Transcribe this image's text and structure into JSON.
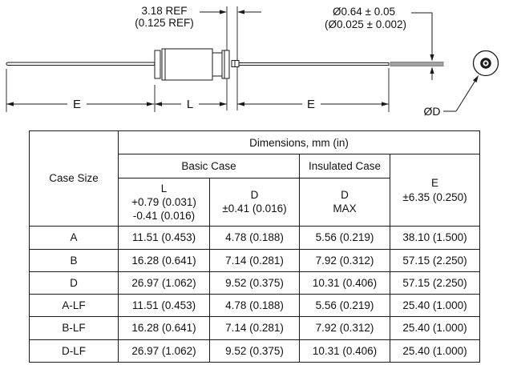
{
  "diagram": {
    "labels": {
      "ref_mm": "3.18 REF",
      "ref_in": "(0.125 REF)",
      "lead_dia_mm": "Ø0.64 ± 0.05",
      "lead_dia_in": "(Ø0.025 ± 0.002)",
      "e_left": "E",
      "l_label": "L",
      "e_right": "E",
      "dia_d": "ØD"
    },
    "colors": {
      "line": "#1a1a1a",
      "lead_gray_fill": "#a3a3a3",
      "lead_gray_stroke": "#6e6e6e"
    }
  },
  "table": {
    "title": "Dimensions, mm (in)",
    "case_size_header": "Case Size",
    "group_basic": "Basic Case",
    "group_insulated": "Insulated Case",
    "col_headers": {
      "l": [
        "L",
        "+0.79 (0.031)",
        "-0.41 (0.016)"
      ],
      "d_basic": [
        "D",
        "±0.41 (0.016)"
      ],
      "d_insulated": [
        "D",
        "MAX"
      ],
      "e": [
        "E",
        "±6.35 (0.250)"
      ]
    },
    "rows": [
      {
        "case": "A",
        "l": "11.51 (0.453)",
        "d": "4.78 (0.188)",
        "d_max": "5.56 (0.219)",
        "e": "38.10 (1.500)"
      },
      {
        "case": "B",
        "l": "16.28 (0.641)",
        "d": "7.14 (0.281)",
        "d_max": "7.92 (0.312)",
        "e": "57.15 (2.250)"
      },
      {
        "case": "D",
        "l": "26.97 (1.062)",
        "d": "9.52 (0.375)",
        "d_max": "10.31 (0.406)",
        "e": "57.15 (2.250)"
      },
      {
        "case": "A-LF",
        "l": "11.51 (0.453)",
        "d": "4.78 (0.188)",
        "d_max": "5.56 (0.219)",
        "e": "25.40 (1.000)"
      },
      {
        "case": "B-LF",
        "l": "16.28 (0.641)",
        "d": "7.14 (0.281)",
        "d_max": "7.92 (0.312)",
        "e": "25.40 (1.000)"
      },
      {
        "case": "D-LF",
        "l": "26.97 (1.062)",
        "d": "9.52 (0.375)",
        "d_max": "10.31 (0.406)",
        "e": "25.40 (1.000)"
      }
    ]
  }
}
